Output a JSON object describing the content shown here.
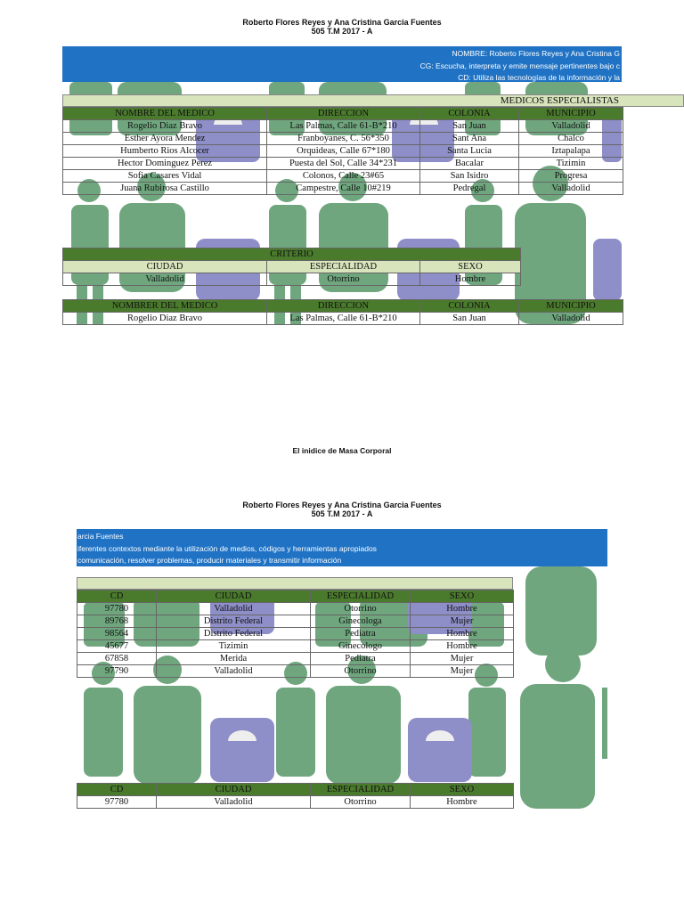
{
  "header1": {
    "line1": "Roberto Flores Reyes y Ana Cristina Garcia Fuentes",
    "line2": "505    T.M    2017 - A"
  },
  "banner1": {
    "line1": "NOMBRE: Roberto Flores Reyes y Ana Cristina G",
    "line2": "CG: Escucha, interpreta y emite mensaje pertinentes bajo c",
    "line3": "CD: Utiliza las tecnologías de la información y la"
  },
  "medicos": {
    "title": "MEDICOS ESPECIALISTAS",
    "headers": [
      "NOMBRE DEL MEDICO",
      "DIRECCION",
      "COLONIA",
      "MUNICIPIO"
    ],
    "rows": [
      [
        "Rogelio Diaz Bravo",
        "Las Palmas, Calle 61-B*210",
        "San Juan",
        "Valladolid"
      ],
      [
        "Esther Ayora Mendez",
        "Franboyanes, C. 56*350",
        "Sant Ana",
        "Chalco"
      ],
      [
        "Humberto Rios Alcocer",
        "Orquideas, Calle 67*180",
        "Santa Lucia",
        "Iztapalapa"
      ],
      [
        "Hector Dominguez Perez",
        "Puesta del Sol, Calle 34*231",
        "Bacalar",
        "Tizimin"
      ],
      [
        "Sofia Casares Vidal",
        "Colonos, Calle 23#65",
        "San Isidro",
        "Progresa"
      ],
      [
        "Juana Rubirosa Castillo",
        "Campestre, Calle 10#219",
        "Pedregal",
        "Valladolid"
      ]
    ]
  },
  "criterio": {
    "title": "CRITERIO",
    "headers": [
      "CIUDAD",
      "ESPECIALIDAD",
      "SEXO"
    ],
    "row": [
      "Valladolid",
      "Otorrino",
      "Hombre"
    ]
  },
  "resultado1": {
    "headers": [
      "NOMBRER DEL MEDICO",
      "DIRECCION",
      "COLONIA",
      "MUNICIPIO"
    ],
    "row": [
      "Rogelio Diaz Bravo",
      "Las Palmas, Calle 61-B*210",
      "San Juan",
      "Valladolid"
    ]
  },
  "mid_title": "El inidice de Masa Corporal",
  "header2": {
    "line1": "Roberto Flores Reyes y Ana Cristina Garcia Fuentes",
    "line2": "505    T.M    2017 - A"
  },
  "banner2": {
    "line1": "arcia Fuentes",
    "line2": "iferentes contextos mediante la utilización de medios, códigos y herramientas apropiados",
    "line3": "comunicación, resolver problemas, producir materiales y transmitir información"
  },
  "tabla2": {
    "headers": [
      "CD",
      "CIUDAD",
      "ESPECIALIDAD",
      "SEXO"
    ],
    "rows": [
      [
        "97780",
        "Valladolid",
        "Otorrino",
        "Hombre"
      ],
      [
        "89768",
        "Distrito Federal",
        "Ginecologa",
        "Mujer"
      ],
      [
        "98564",
        "Distrito Federal",
        "Pediatra",
        "Hombre"
      ],
      [
        "45677",
        "Tizimin",
        "Ginecologo",
        "Hombre"
      ],
      [
        "67858",
        "Merida",
        "Pediatra",
        "Mujer"
      ],
      [
        "97790",
        "Valladolid",
        "Otorrino",
        "Mujer"
      ]
    ]
  },
  "resultado2": {
    "headers": [
      "CD",
      "CIUDAD",
      "ESPECIALIDAD",
      "SEXO"
    ],
    "row": [
      "97780",
      "Valladolid",
      "Otorrino",
      "Hombre"
    ]
  },
  "colors": {
    "banner": "#1f72c4",
    "header_green": "#4a7a2c",
    "light_green": "#d8e4bc",
    "figure_green": "#6fa67e",
    "scale_purple": "#8e8ec8"
  },
  "icons": [
    "person-figure-icon",
    "bathroom-scale-icon"
  ]
}
